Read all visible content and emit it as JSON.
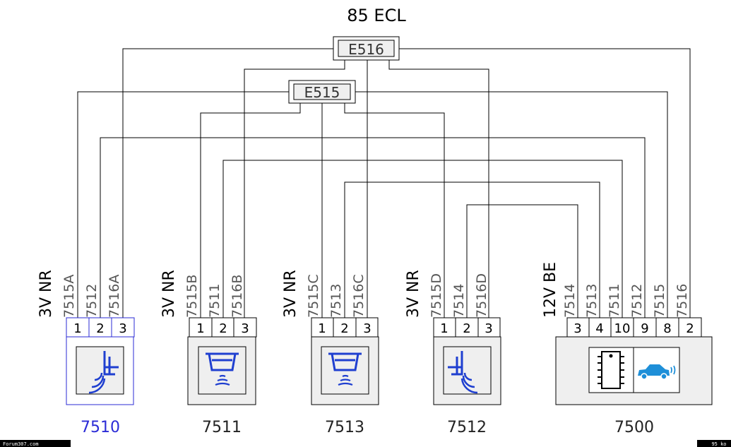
{
  "title": "85 ECL",
  "splices": [
    {
      "id": "e516",
      "label": "E516"
    },
    {
      "id": "e515",
      "label": "E515"
    }
  ],
  "connectors": [
    {
      "id": "c7510",
      "label": "7510",
      "housing": "3V NR",
      "pins": [
        "1",
        "2",
        "3"
      ],
      "wires": [
        "7515A",
        "7512",
        "7516A"
      ],
      "icon": "rear-sensor-right-icon",
      "highlight": true
    },
    {
      "id": "c7511",
      "label": "7511",
      "housing": "3V NR",
      "pins": [
        "1",
        "2",
        "3"
      ],
      "wires": [
        "7515B",
        "7511",
        "7516B"
      ],
      "icon": "rear-sensor-center-icon",
      "highlight": false
    },
    {
      "id": "c7513",
      "label": "7513",
      "housing": "3V NR",
      "pins": [
        "1",
        "2",
        "3"
      ],
      "wires": [
        "7515C",
        "7513",
        "7516C"
      ],
      "icon": "rear-sensor-center-icon",
      "highlight": false
    },
    {
      "id": "c7512",
      "label": "7512",
      "housing": "3V NR",
      "pins": [
        "1",
        "2",
        "3"
      ],
      "wires": [
        "7515D",
        "7514",
        "7516D"
      ],
      "icon": "rear-sensor-left-icon",
      "highlight": false
    },
    {
      "id": "c7500",
      "label": "7500",
      "housing": "12V BE",
      "pins": [
        "3",
        "4",
        "10",
        "9",
        "8",
        "2"
      ],
      "wires": [
        "7514",
        "7513",
        "7511",
        "7512",
        "7515",
        "7516"
      ],
      "icon": "ecu-chip-icon",
      "icon2": "car-sensor-icon",
      "highlight": false
    }
  ],
  "footer": {
    "left": "Forum307.com",
    "right": "95 ko"
  },
  "colors": {
    "highlight": "#2b2bd6",
    "icon_blue": "#1f3fd0",
    "car_blue": "#1e8fd8",
    "box_fill": "#efefef"
  }
}
